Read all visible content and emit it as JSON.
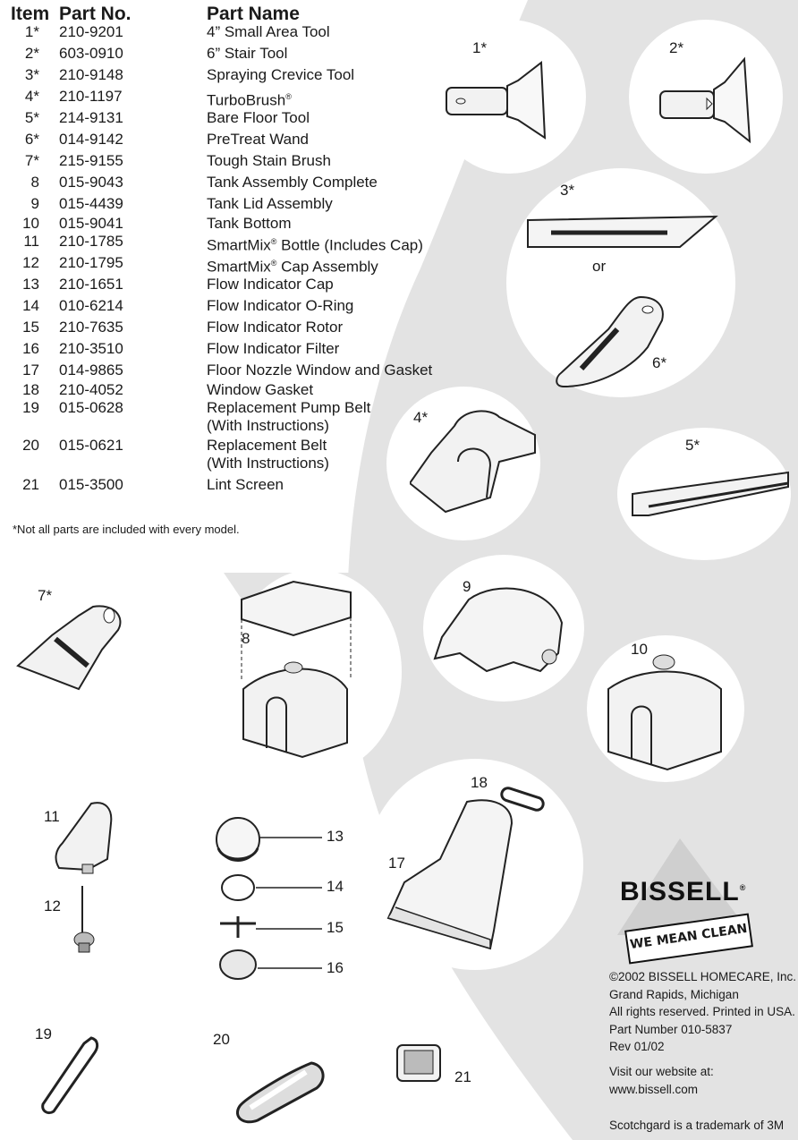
{
  "table": {
    "headers": {
      "item": "Item",
      "part_no": "Part No.",
      "part_name": "Part Name"
    },
    "rows": [
      {
        "item": "1*",
        "part_no": "210-9201",
        "name": "4” Small Area Tool"
      },
      {
        "item": "2*",
        "part_no": "603-0910",
        "name": "6” Stair Tool"
      },
      {
        "item": "3*",
        "part_no": "210-9148",
        "name": "Spraying Crevice Tool"
      },
      {
        "item": "4*",
        "part_no": "210-1197",
        "name": "TurboBrush",
        "sup": "®"
      },
      {
        "item": "5*",
        "part_no": "214-9131",
        "name": "Bare Floor Tool"
      },
      {
        "item": "6*",
        "part_no": "014-9142",
        "name": "PreTreat Wand"
      },
      {
        "item": "7*",
        "part_no": "215-9155",
        "name": "Tough Stain Brush"
      },
      {
        "item": "8",
        "part_no": "015-9043",
        "name": "Tank Assembly Complete"
      },
      {
        "item": "9",
        "part_no": "015-4439",
        "name": "Tank Lid Assembly"
      },
      {
        "item": "10",
        "part_no": "015-9041",
        "name": "Tank Bottom"
      },
      {
        "item": "11",
        "part_no": "210-1785",
        "name": "SmartMix",
        "sup": "®",
        "name_rest": " Bottle (Includes Cap)"
      },
      {
        "item": "12",
        "part_no": "210-1795",
        "name": "SmartMix",
        "sup": "®",
        "name_rest": " Cap Assembly"
      },
      {
        "item": "13",
        "part_no": "210-1651",
        "name": "Flow Indicator Cap"
      },
      {
        "item": "14",
        "part_no": "010-6214",
        "name": "Flow Indicator O-Ring"
      },
      {
        "item": "15",
        "part_no": "210-7635",
        "name": "Flow Indicator Rotor"
      },
      {
        "item": "16",
        "part_no": "210-3510",
        "name": "Flow Indicator Filter"
      },
      {
        "item": "17",
        "part_no": "014-9865",
        "name": "Floor Nozzle Window and Gasket"
      },
      {
        "item": "18",
        "part_no": "210-4052",
        "name": "Window Gasket"
      },
      {
        "item": "19",
        "part_no": "015-0628",
        "name": "Replacement Pump Belt",
        "name_line2": "(With Instructions)"
      },
      {
        "item": "20",
        "part_no": "015-0621",
        "name": "Replacement Belt",
        "name_line2": "(With Instructions)"
      },
      {
        "item": "21",
        "part_no": "015-3500",
        "name": "Lint Screen"
      }
    ]
  },
  "note": "*Not all parts are included with every model.",
  "diagram_labels": {
    "p1": "1*",
    "p2": "2*",
    "p3": "3*",
    "or": "or",
    "p6": "6*",
    "p4": "4*",
    "p5": "5*",
    "p7": "7*",
    "p8": "8",
    "p9": "9",
    "p10": "10",
    "p11": "11",
    "p12": "12",
    "p13": "13",
    "p14": "14",
    "p15": "15",
    "p16": "16",
    "p17": "17",
    "p18": "18",
    "p19": "19",
    "p20": "20",
    "p21": "21"
  },
  "brand": {
    "logo_text": "BISSELL",
    "registered": "®",
    "slogan": "WE MEAN CLEAN"
  },
  "copyright": {
    "line1": "©2002 BISSELL HOMECARE, Inc.",
    "line2": "Grand Rapids, Michigan",
    "line3": "All rights reserved. Printed in USA.",
    "line4": "Part Number 010-5837",
    "line5": "Rev 01/02"
  },
  "website": {
    "line1": "Visit our website at:",
    "line2": "www.bissell.com"
  },
  "trademark": "Scotchgard is a trademark of 3M",
  "colors": {
    "background_shape": "#e3e3e3",
    "text": "#1a1a1a",
    "part_fill": "#f2f2f2"
  }
}
